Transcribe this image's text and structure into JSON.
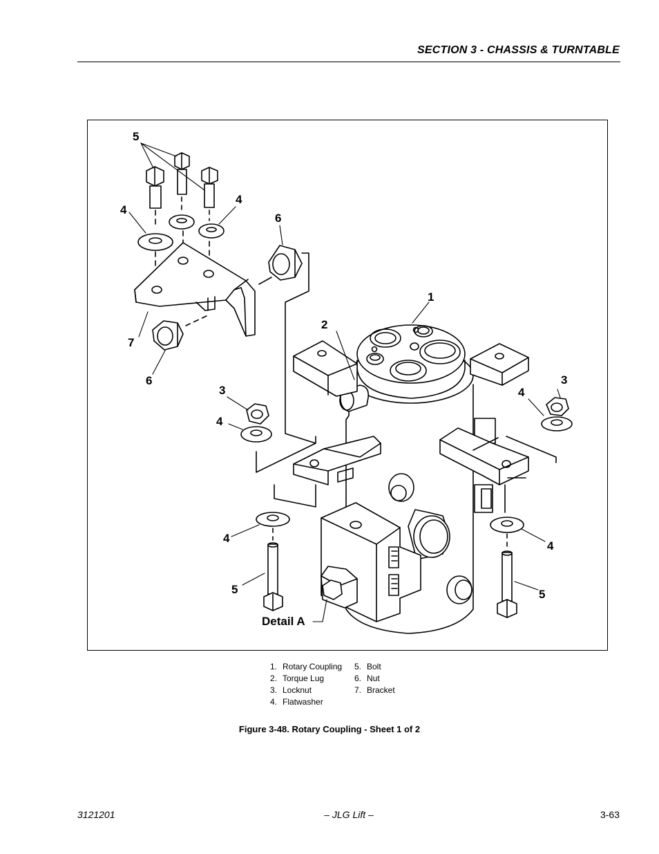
{
  "header": {
    "section_title": "SECTION 3 - CHASSIS & TURNTABLE"
  },
  "figure": {
    "callouts": {
      "c1": "1",
      "c2": "2",
      "c3a": "3",
      "c3b": "3",
      "c4a": "4",
      "c4b": "4",
      "c4c": "4",
      "c4d": "4",
      "c4e": "4",
      "c4f": "4",
      "c5a": "5",
      "c5b": "5",
      "c5c": "5",
      "c6a": "6",
      "c6b": "6",
      "c7": "7"
    },
    "detail_label": "Detail A"
  },
  "legend": {
    "left": [
      {
        "num": "1.",
        "label": "Rotary Coupling"
      },
      {
        "num": "2.",
        "label": "Torque Lug"
      },
      {
        "num": "3.",
        "label": "Locknut"
      },
      {
        "num": "4.",
        "label": "Flatwasher"
      }
    ],
    "right": [
      {
        "num": "5.",
        "label": "Bolt"
      },
      {
        "num": "6.",
        "label": "Nut"
      },
      {
        "num": "7.",
        "label": "Bracket"
      }
    ]
  },
  "caption": "Figure 3-48.  Rotary Coupling - Sheet 1 of 2",
  "footer": {
    "doc_number": "3121201",
    "center": "– JLG Lift –",
    "page": "3-63"
  }
}
